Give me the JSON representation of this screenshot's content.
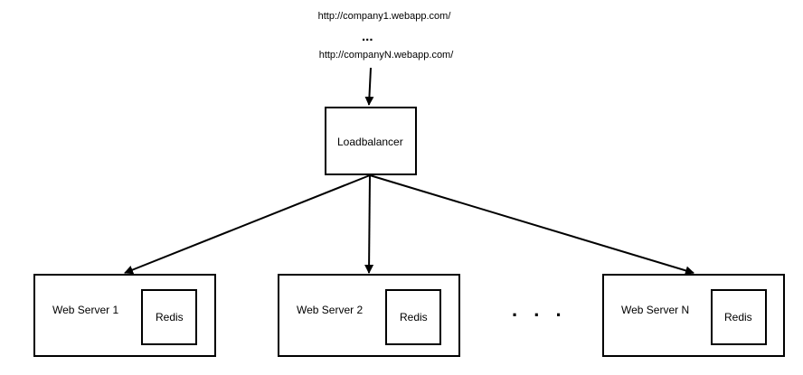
{
  "urls": {
    "first": "http://company1.webapp.com/",
    "ellipsis": "...",
    "last": "http://companyN.webapp.com/"
  },
  "loadbalancer": {
    "label": "Loadbalancer"
  },
  "servers": [
    {
      "label": "Web Server 1",
      "cache": "Redis"
    },
    {
      "label": "Web Server 2",
      "cache": "Redis"
    },
    {
      "label": "Web Server N",
      "cache": "Redis"
    }
  ],
  "between_servers_ellipsis": ". . .",
  "colors": {
    "stroke": "#000000",
    "background": "#ffffff"
  }
}
